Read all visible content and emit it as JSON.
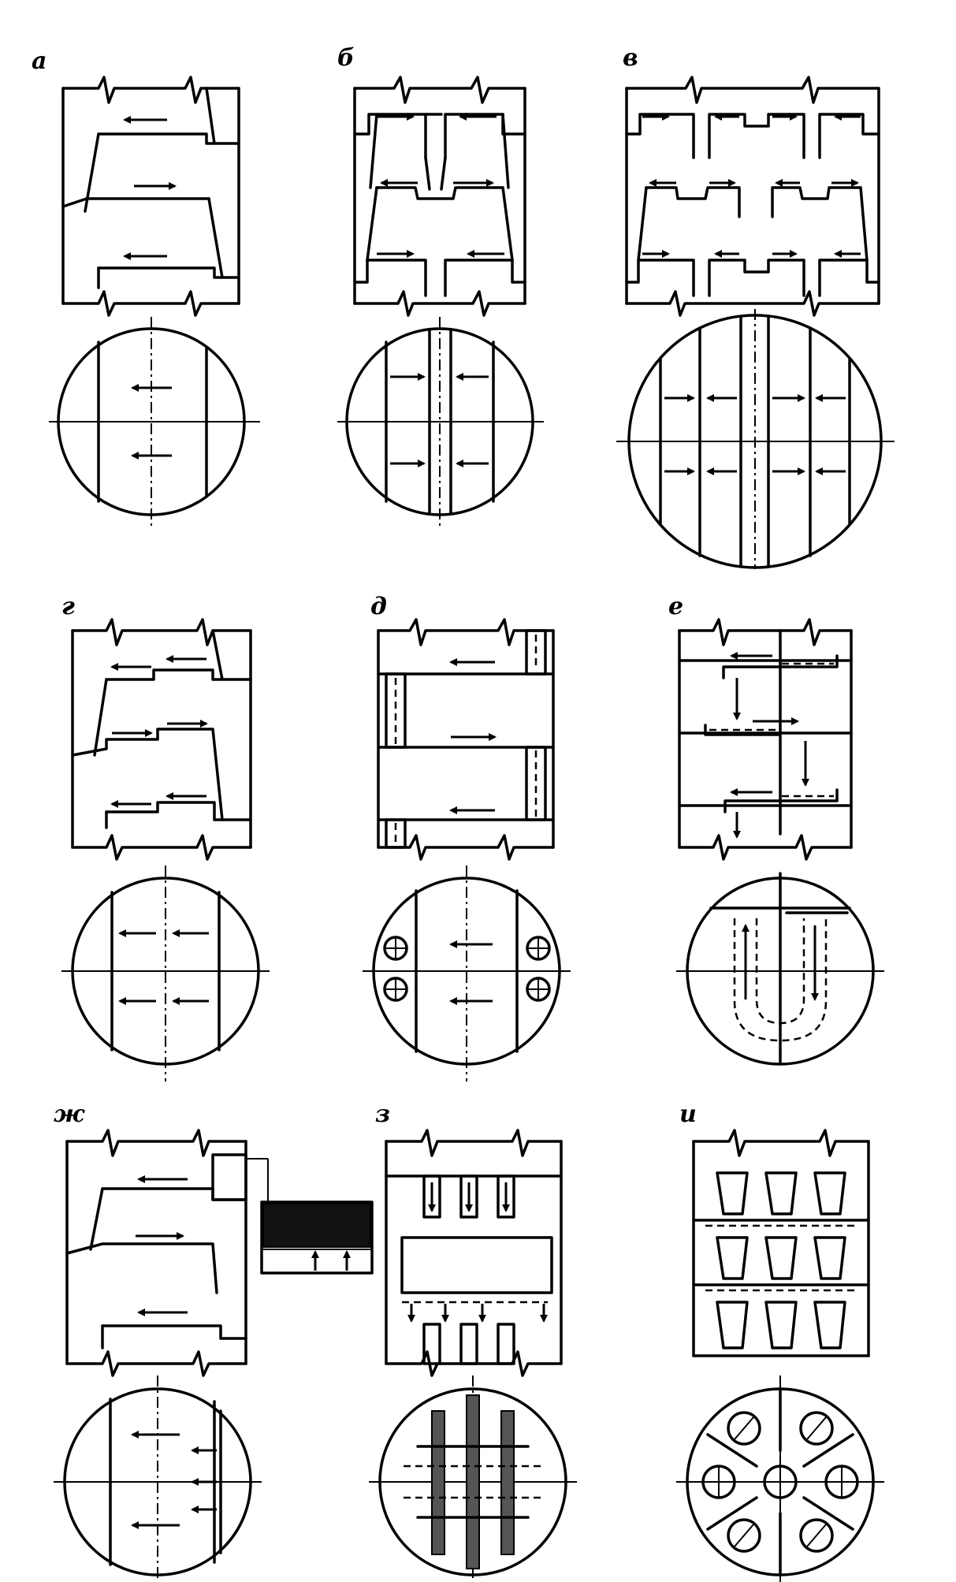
{
  "panels": [
    {
      "id": "a",
      "letter": "a",
      "type": "single-pass crossflow tray"
    },
    {
      "id": "b",
      "letter": "б",
      "type": "two-pass crossflow tray"
    },
    {
      "id": "v",
      "letter": "в",
      "type": "four-pass crossflow tray"
    },
    {
      "id": "g",
      "letter": "г",
      "type": "cascade tray"
    },
    {
      "id": "d",
      "letter": "д",
      "type": "tray with pipe downcomers"
    },
    {
      "id": "e",
      "letter": "е",
      "type": "radial/U-flow tray"
    },
    {
      "id": "zh",
      "letter": "ж",
      "type": "tray with external downcomer"
    },
    {
      "id": "z",
      "letter": "з",
      "type": "tray with multiple downcomers"
    },
    {
      "id": "i",
      "letter": "и",
      "type": "tray with valve/cap elements"
    }
  ]
}
